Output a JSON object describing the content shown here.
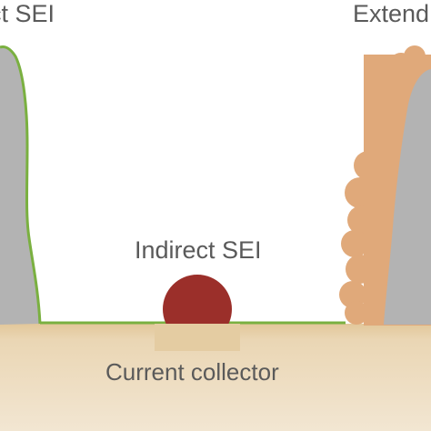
{
  "labels": {
    "left_top": "ct SEI",
    "right_top": "Extend",
    "indirect": "Indirect SEI",
    "collector": "Current collector"
  },
  "colors": {
    "collector": "#e6cfa8",
    "electrode_gray": "#b3b3b3",
    "sei_line": "#7ab040",
    "indirect_particle": "#9b2f2a",
    "extended_sei": "#e0a97a",
    "text": "#5a5a5a"
  }
}
